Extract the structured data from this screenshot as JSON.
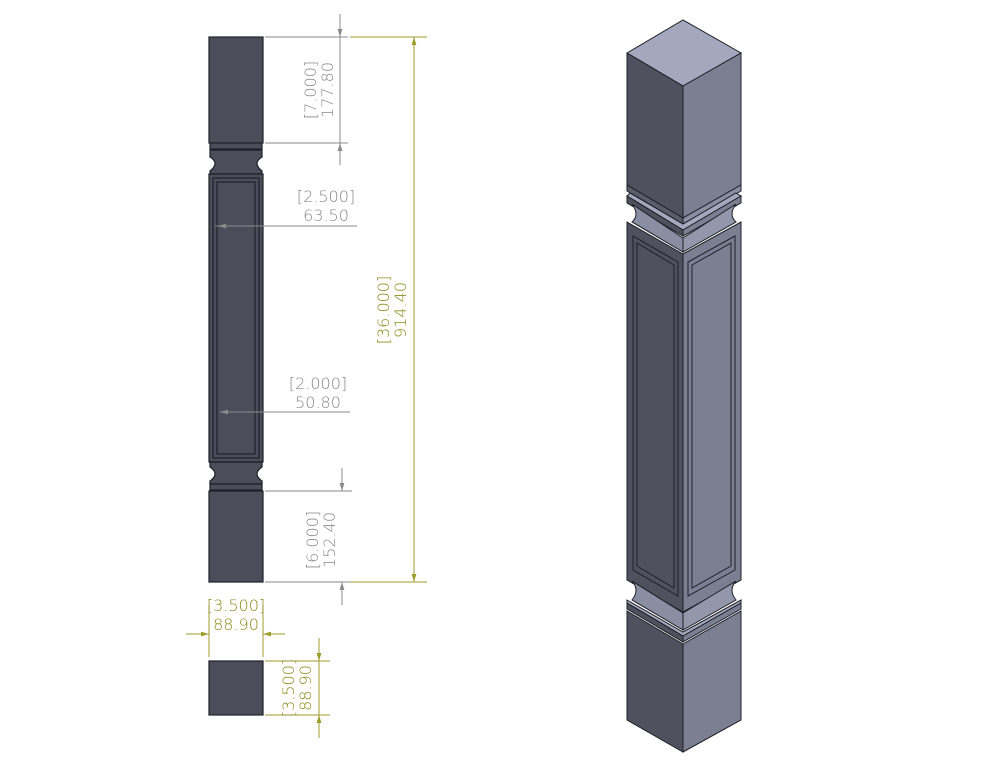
{
  "drawing": {
    "dimensions": {
      "top_block_height": {
        "inch": "[7.000]",
        "mm": "177.80"
      },
      "panel_outer_width": {
        "inch": "[2.500]",
        "mm": "63.50"
      },
      "panel_inner_width": {
        "inch": "[2.000]",
        "mm": "50.80"
      },
      "overall_height": {
        "inch": "[36.000]",
        "mm": "914.40"
      },
      "bottom_block_height": {
        "inch": "[6.000]",
        "mm": "152.40"
      },
      "section_width": {
        "inch": "[3.500]",
        "mm": "88.90"
      },
      "section_depth": {
        "inch": "[3.500]",
        "mm": "88.90"
      }
    },
    "colors": {
      "dim_grey": "#8a8a8a",
      "dim_olive": "#9c9c2a",
      "body_dark": "#4b4e5a",
      "face_left": "#4f525e",
      "face_right": "#7b7f92",
      "face_top": "#a4a8be"
    }
  }
}
